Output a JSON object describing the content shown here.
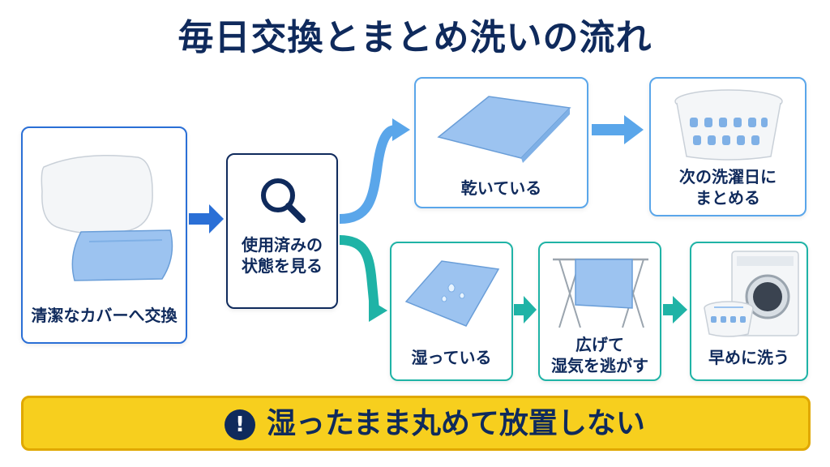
{
  "title": "毎日交換とまとめ洗いの流れ",
  "steps": {
    "start": {
      "label": "清潔なカバーへ交換"
    },
    "check": {
      "line1": "使用済みの",
      "line2": "状態を見る"
    },
    "dry": {
      "label": "乾いている"
    },
    "next_wash": {
      "line1": "次の洗濯日に",
      "line2": "まとめる"
    },
    "wet": {
      "label": "湿っている"
    },
    "spread": {
      "line1": "広げて",
      "line2": "湿気を逃がす"
    },
    "wash": {
      "label": "早めに洗う"
    }
  },
  "banner": {
    "icon": "!",
    "text": "湿ったまま丸めて放置しない"
  },
  "colors": {
    "navy": "#0f2a5c",
    "blue": "#2a6fd6",
    "light_blue": "#5aa6ea",
    "teal": "#1fb3a6",
    "yellow": "#f7cf1e"
  }
}
